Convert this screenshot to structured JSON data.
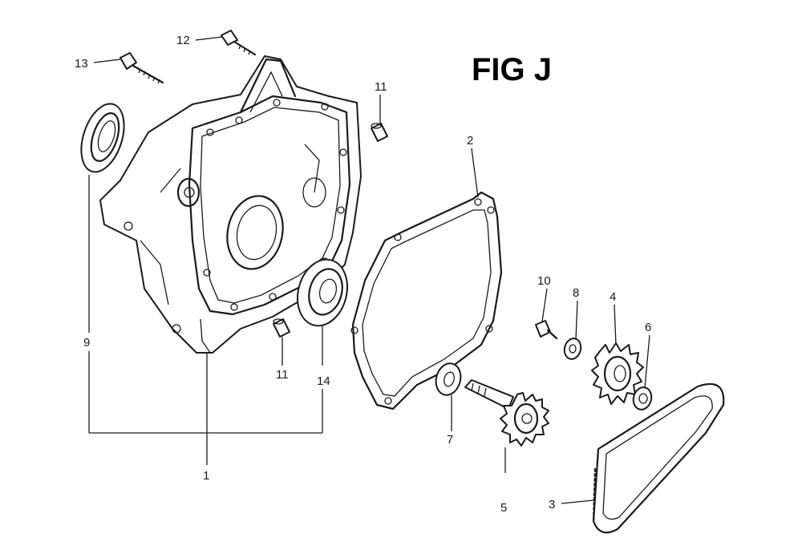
{
  "figure": {
    "title": "FIG J"
  },
  "callouts": {
    "c1": "1",
    "c2": "2",
    "c3": "3",
    "c4": "4",
    "c5": "5",
    "c6": "6",
    "c7": "7",
    "c8": "8",
    "c9": "9",
    "c10": "10",
    "c11a": "11",
    "c11b": "11",
    "c12": "12",
    "c13": "13",
    "c14": "14"
  }
}
